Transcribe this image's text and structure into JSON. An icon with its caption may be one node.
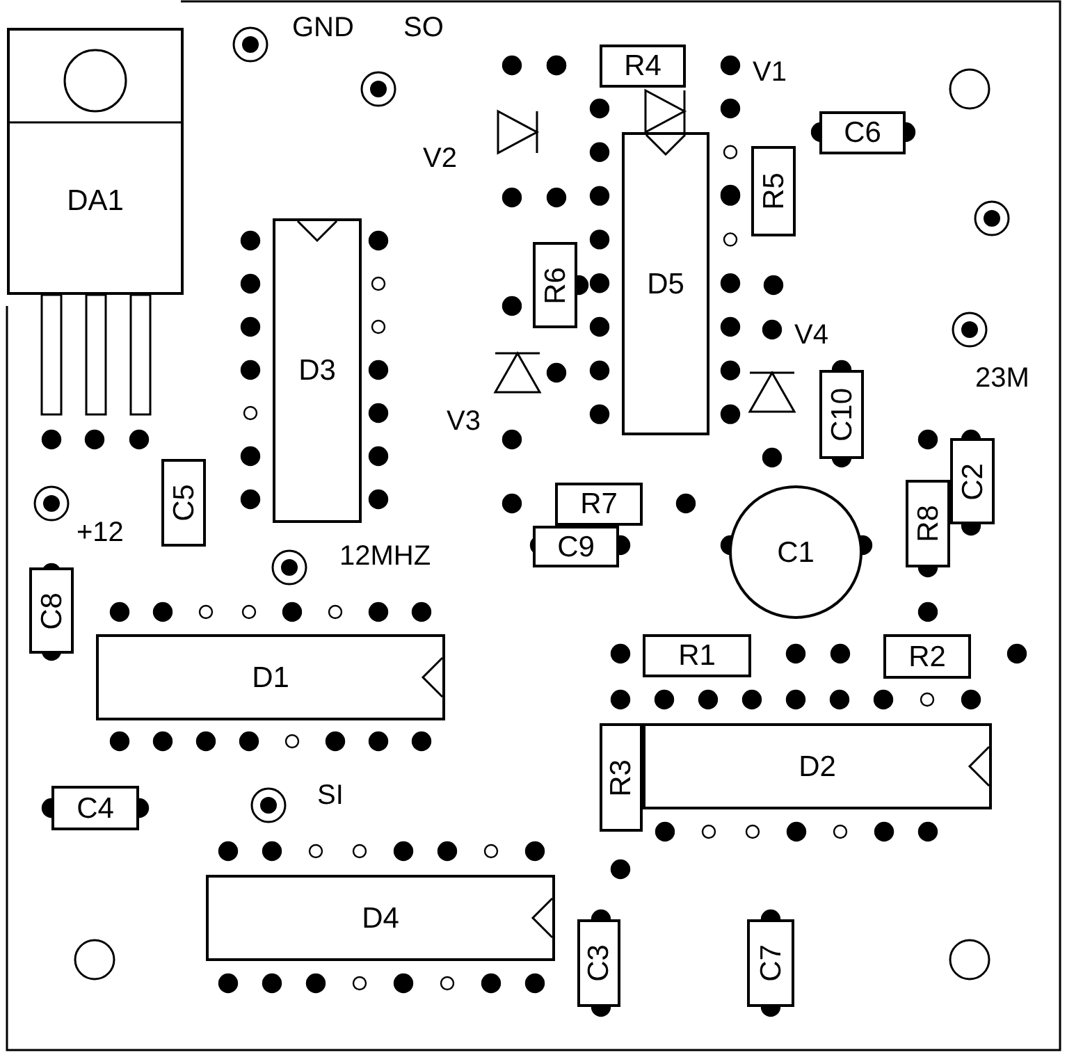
{
  "diagram": {
    "nodes": [
      {
        "text": [
          "DA1"
        ]
      },
      {
        "text": [
          "R4"
        ]
      },
      {
        "text": [
          "C6"
        ]
      },
      {
        "text": [
          "R5"
        ]
      },
      {
        "text": [
          "D3"
        ]
      },
      {
        "text": [
          "R6"
        ]
      },
      {
        "text": [
          "D5"
        ]
      },
      {
        "text": [
          "C10"
        ]
      },
      {
        "text": [
          "C2"
        ]
      },
      {
        "text": [
          "C5"
        ]
      },
      {
        "text": [
          "R7"
        ]
      },
      {
        "text": [
          "R8"
        ]
      },
      {
        "text": [
          "C9"
        ]
      },
      {
        "text": [
          "C1"
        ]
      },
      {
        "text": [
          "C8"
        ]
      },
      {
        "text": [
          "D1"
        ]
      },
      {
        "text": [
          "R1"
        ]
      },
      {
        "text": [
          "R2"
        ]
      },
      {
        "text": [
          "R3"
        ]
      },
      {
        "text": [
          "D2"
        ]
      },
      {
        "text": [
          "C4"
        ]
      },
      {
        "text": [
          "D4"
        ]
      },
      {
        "text": [
          "C3"
        ]
      },
      {
        "text": [
          "C7"
        ]
      }
    ],
    "edges": [],
    "labels": [
      "GND",
      "SO",
      "V1",
      "V2",
      "V4",
      "V3",
      "23M",
      "+12",
      "12MHZ",
      "SI"
    ]
  }
}
